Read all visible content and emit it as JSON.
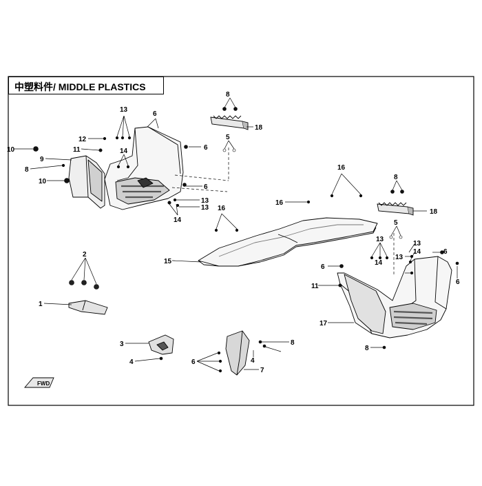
{
  "title": "中塑料件/ MIDDLE PLASTICS",
  "colors": {
    "line": "#000000",
    "part_fill": "#f6f6f6",
    "part_shade": "#c9c9c9",
    "part_dark": "#3a3a3a",
    "background": "#ffffff"
  },
  "fwd_badge": "FWD",
  "callouts": {
    "c1": "1",
    "c2": "2",
    "c3": "3",
    "c4a": "4",
    "c4b": "4",
    "c5a": "5",
    "c5b": "5",
    "c6a": "6",
    "c6b": "6",
    "c6c": "6",
    "c6d": "6",
    "c6e": "6",
    "c6f": "6",
    "c6g": "6",
    "c7": "7",
    "c8a": "8",
    "c8b": "8",
    "c8c": "8",
    "c8d": "8",
    "c8e": "8",
    "c9": "9",
    "c10a": "10",
    "c10b": "10",
    "c11a": "11",
    "c11b": "11",
    "c12": "12",
    "c13a": "13",
    "c13b": "13",
    "c13c": "13",
    "c13d": "13",
    "c13e": "13",
    "c13f": "13",
    "c14a": "14",
    "c14b": "14",
    "c14c": "14",
    "c14d": "14",
    "c15": "15",
    "c16a": "16",
    "c16b": "16",
    "c16c": "16",
    "c17": "17",
    "c18a": "18",
    "c18b": "18"
  }
}
